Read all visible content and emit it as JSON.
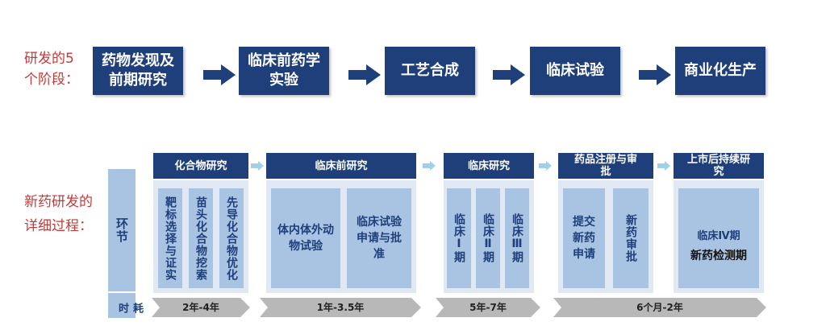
{
  "top": {
    "label_line1": "研发的5",
    "label_line2": "个阶段：",
    "stages": [
      {
        "line1": "药物发现及",
        "line2": "前期研究"
      },
      {
        "line1": "临床前药学",
        "line2": "实验"
      },
      {
        "line1": "工艺合成",
        "line2": ""
      },
      {
        "line1": "临床试验",
        "line2": ""
      },
      {
        "line1": "商业化生产",
        "line2": ""
      }
    ]
  },
  "detail": {
    "label_line1": "新药研发的",
    "label_line2": "详细过程：",
    "row_label_process": "环节",
    "row_label_time": "耗时",
    "phases": [
      {
        "header": "化合物研究",
        "cards": [
          "靶标选择与证实",
          "苗头化合物挖索",
          "先导化合物优化"
        ],
        "duration": "2年-4年"
      },
      {
        "header": "临床前研究",
        "cards": [
          "体内体外动物试验",
          "临床试验申请与批准"
        ],
        "duration": "1年-3.5年"
      },
      {
        "header": "临床研究",
        "cards": [
          "临床Ⅰ期",
          "临床Ⅱ期",
          "临床Ⅲ期"
        ],
        "duration": "5年-7年"
      },
      {
        "header": "药品注册与审批",
        "cards": [
          "提交新药申请",
          "新药审批"
        ],
        "duration": "6个月-2年"
      },
      {
        "header": "上市后持续研究",
        "cards": [
          "临床Ⅳ期",
          "新药检测期"
        ],
        "duration": ""
      }
    ]
  },
  "colors": {
    "dark_blue": "#1f3f7a",
    "light_blue": "#a9c3e3",
    "panel_blue": "#dfe8f3",
    "red": "#c23a3a",
    "gray": "#b8b8b8",
    "arrow_light": "#9fd2e6"
  }
}
